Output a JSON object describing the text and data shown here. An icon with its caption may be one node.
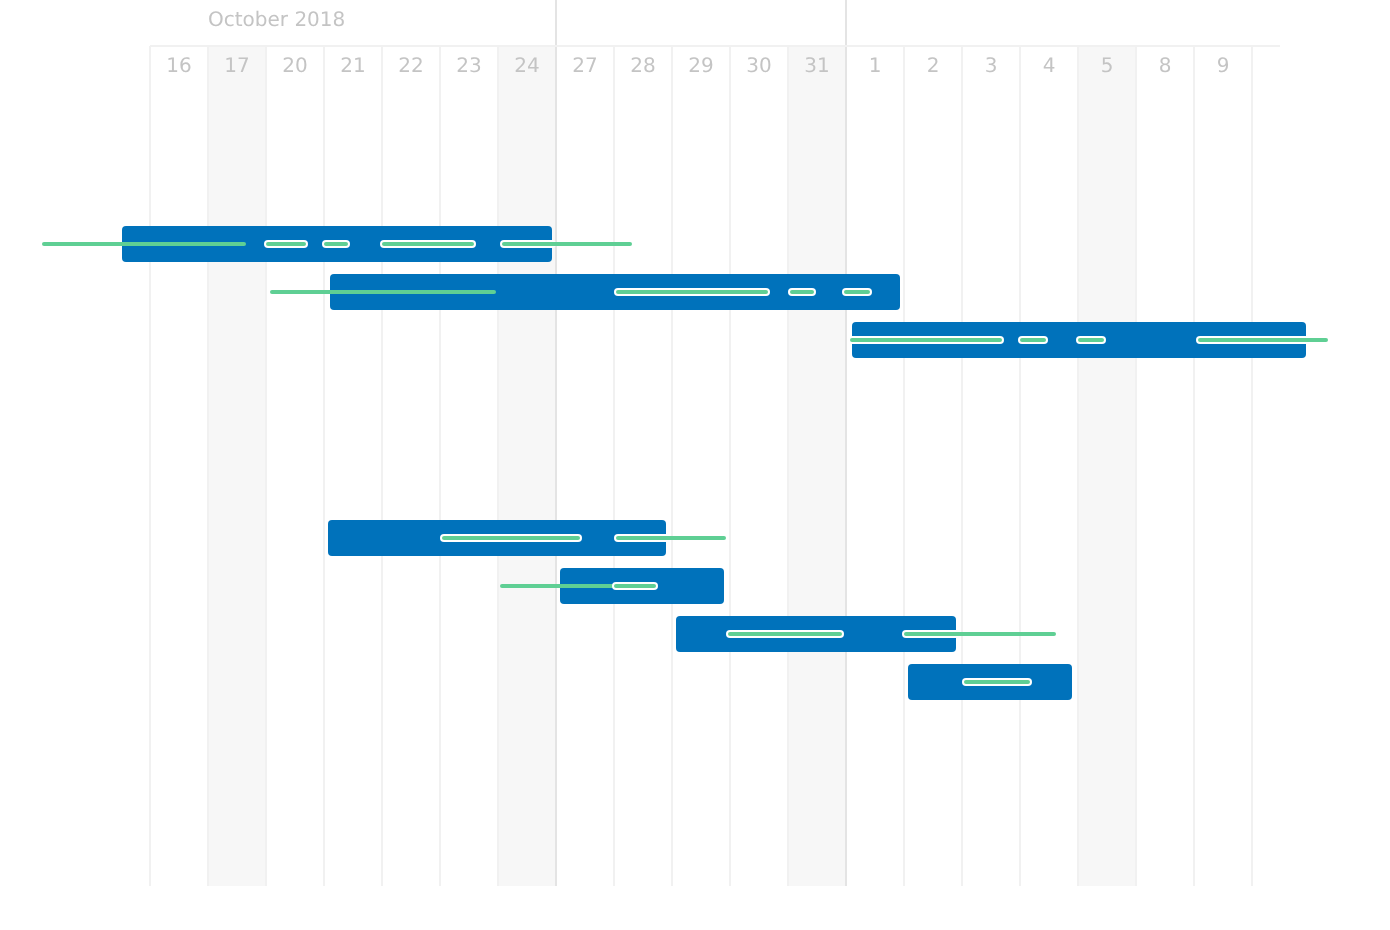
{
  "diagram": {
    "title": "October 2018",
    "labels": [
      "16",
      "17",
      "20",
      "21",
      "22",
      "23",
      "24",
      "27",
      "28",
      "29",
      "30",
      "31",
      "1",
      "2",
      "3",
      "4",
      "5",
      "8",
      "9"
    ]
  }
}
